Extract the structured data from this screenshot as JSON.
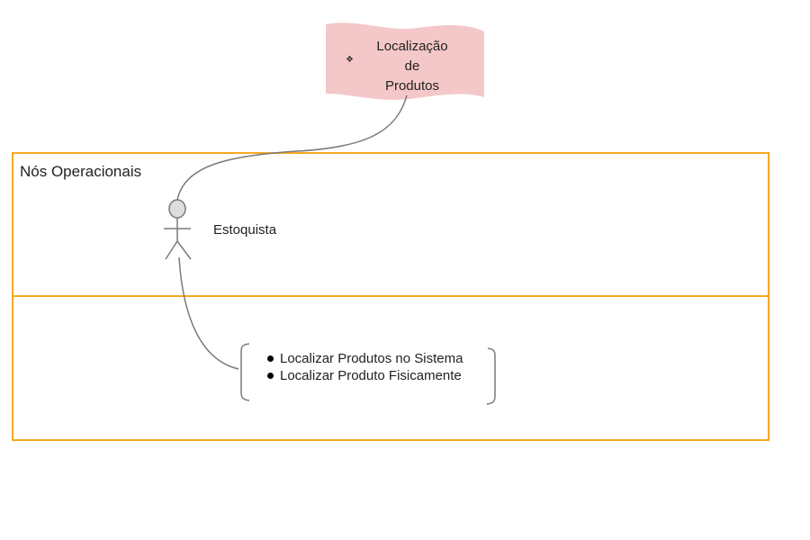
{
  "goal": {
    "lines": [
      "Localização",
      "de",
      "Produtos"
    ],
    "fill_color": "#f4c7c8",
    "bullet_icon": "diamond-bullet-icon"
  },
  "panel": {
    "title": "Nós Operacionais",
    "border_color": "#f7a823"
  },
  "actor": {
    "label": "Estoquista",
    "icon": "stick-figure-actor-icon"
  },
  "tasks": {
    "items": [
      "Localizar Produtos no Sistema",
      "Localizar Produto Fisicamente"
    ]
  },
  "connector_color": "#7a7a7a"
}
